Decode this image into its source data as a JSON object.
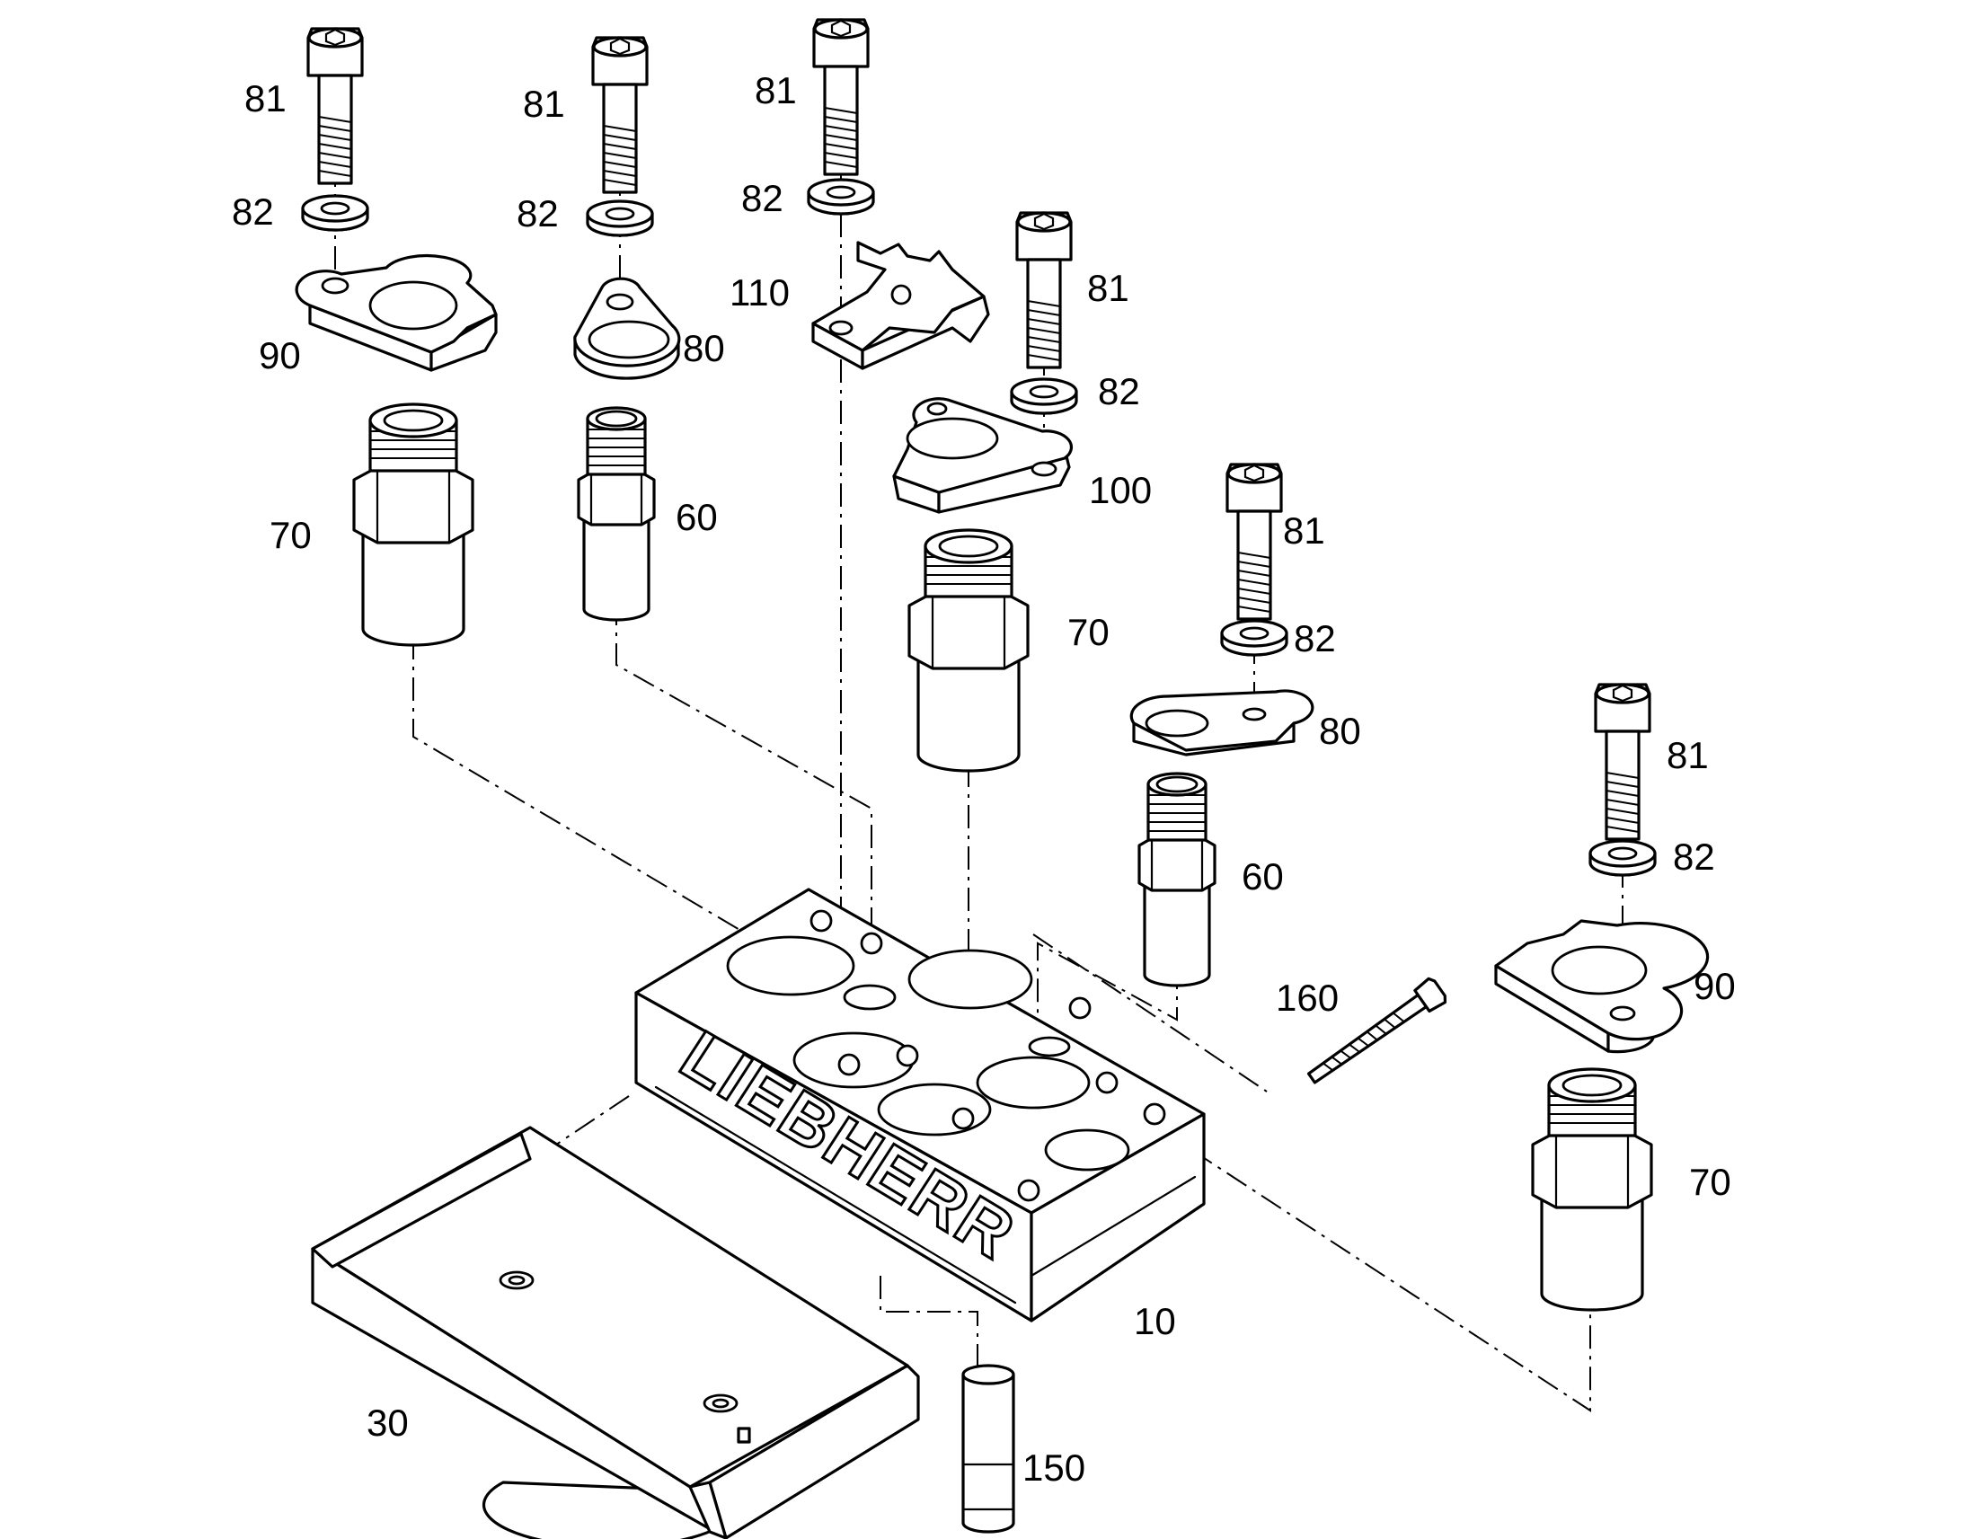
{
  "diagram": {
    "brand_text": "LIEBHERR",
    "callouts": [
      "81",
      "81",
      "81",
      "81",
      "81",
      "81",
      "82",
      "82",
      "82",
      "82",
      "82",
      "82",
      "90",
      "90",
      "80",
      "80",
      "110",
      "100",
      "70",
      "70",
      "70",
      "60",
      "60",
      "160",
      "10",
      "30",
      "150"
    ]
  }
}
